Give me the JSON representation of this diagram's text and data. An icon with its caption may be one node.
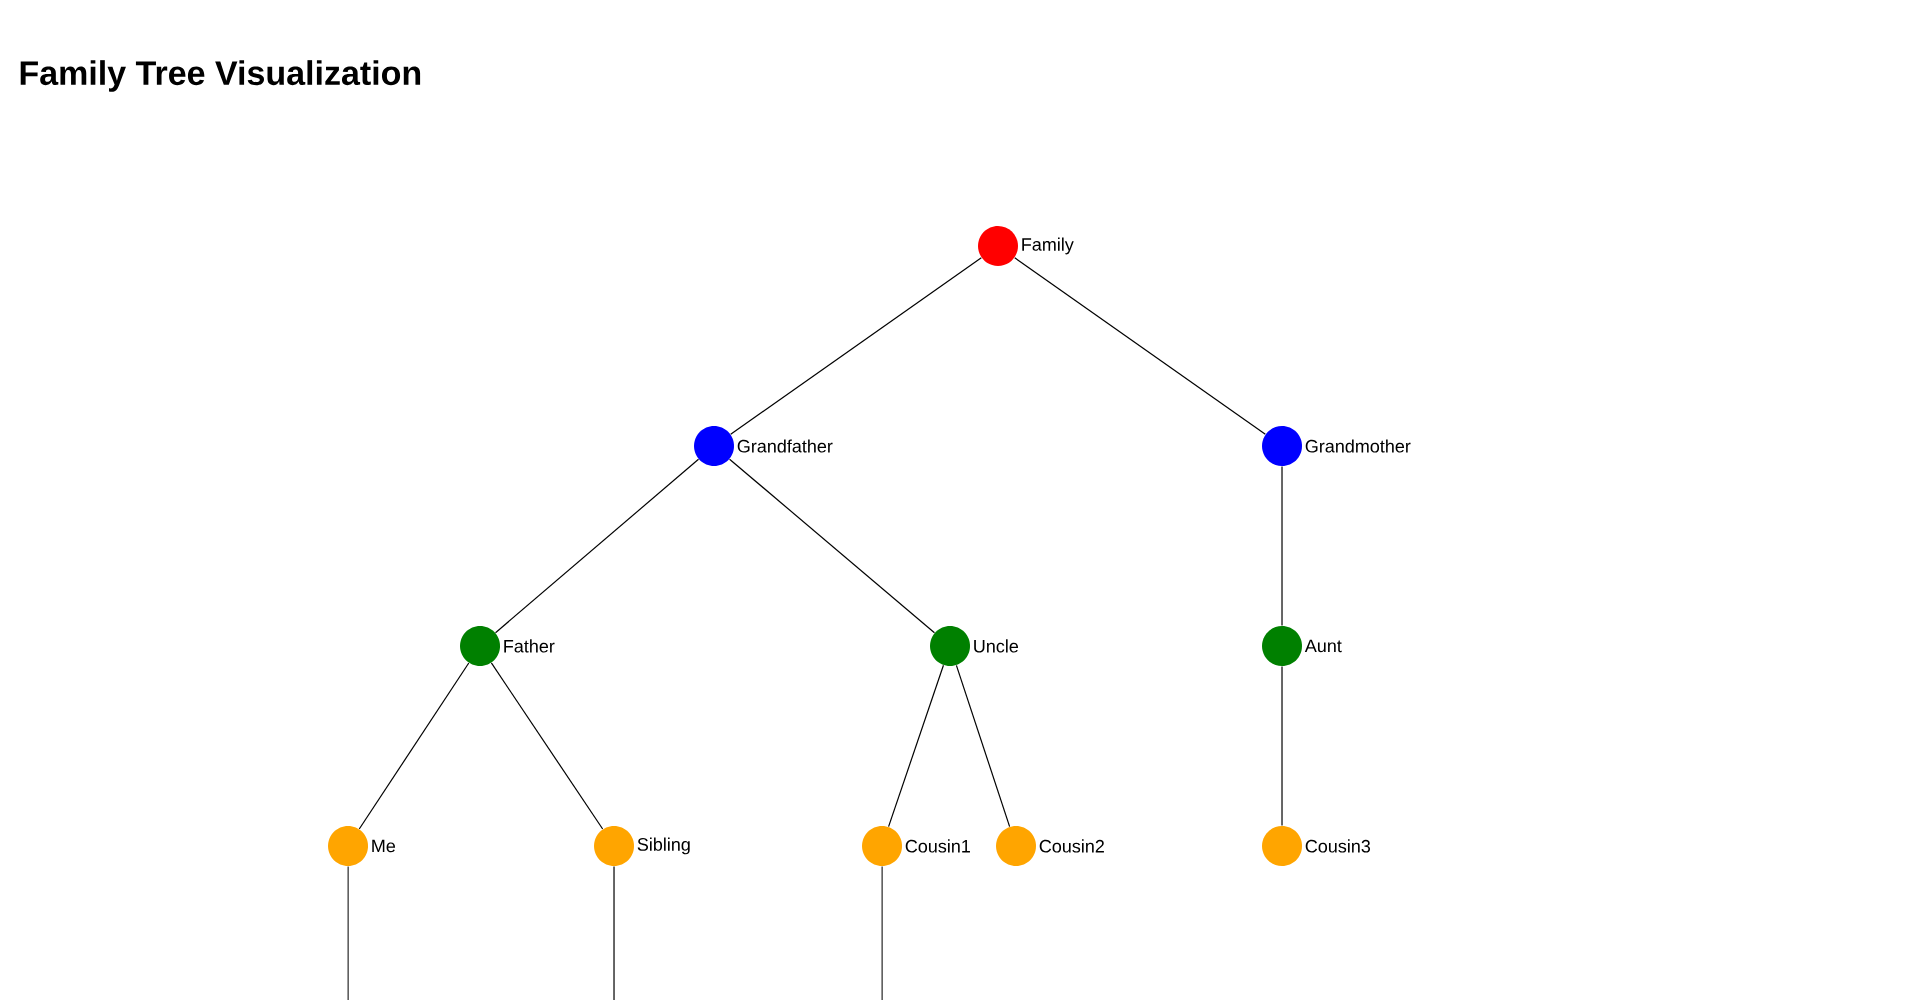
{
  "diagram": {
    "title": "Family Tree Visualization",
    "nodes": [
      {
        "text": [
          "Family"
        ]
      },
      {
        "text": [
          "Grandfather"
        ]
      },
      {
        "text": [
          "Grandmother"
        ]
      },
      {
        "text": [
          "Father"
        ]
      },
      {
        "text": [
          "Uncle"
        ]
      },
      {
        "text": [
          "Aunt"
        ]
      },
      {
        "text": [
          "Me"
        ]
      },
      {
        "text": [
          "Sibling"
        ]
      },
      {
        "text": [
          "Cousin1"
        ]
      },
      {
        "text": [
          "Cousin2"
        ]
      },
      {
        "text": [
          "Cousin3"
        ]
      }
    ],
    "edges": [
      {
        "from": 0,
        "to": 1,
        "arrow": "none"
      },
      {
        "from": 0,
        "to": 2,
        "arrow": "none"
      },
      {
        "from": 1,
        "to": 3,
        "arrow": "none"
      },
      {
        "from": 1,
        "to": 4,
        "arrow": "none"
      },
      {
        "from": 2,
        "to": 5,
        "arrow": "none"
      },
      {
        "from": 3,
        "to": 6,
        "arrow": "none"
      },
      {
        "from": 3,
        "to": 7,
        "arrow": "none"
      },
      {
        "from": 4,
        "to": 8,
        "arrow": "none"
      },
      {
        "from": 4,
        "to": 9,
        "arrow": "none"
      },
      {
        "from": 5,
        "to": 10,
        "arrow": "none"
      },
      {
        "from": 6,
        "to": null,
        "arrow": "none"
      },
      {
        "from": 7,
        "to": null,
        "arrow": "none"
      },
      {
        "from": 8,
        "to": null,
        "arrow": "none"
      }
    ]
  }
}
